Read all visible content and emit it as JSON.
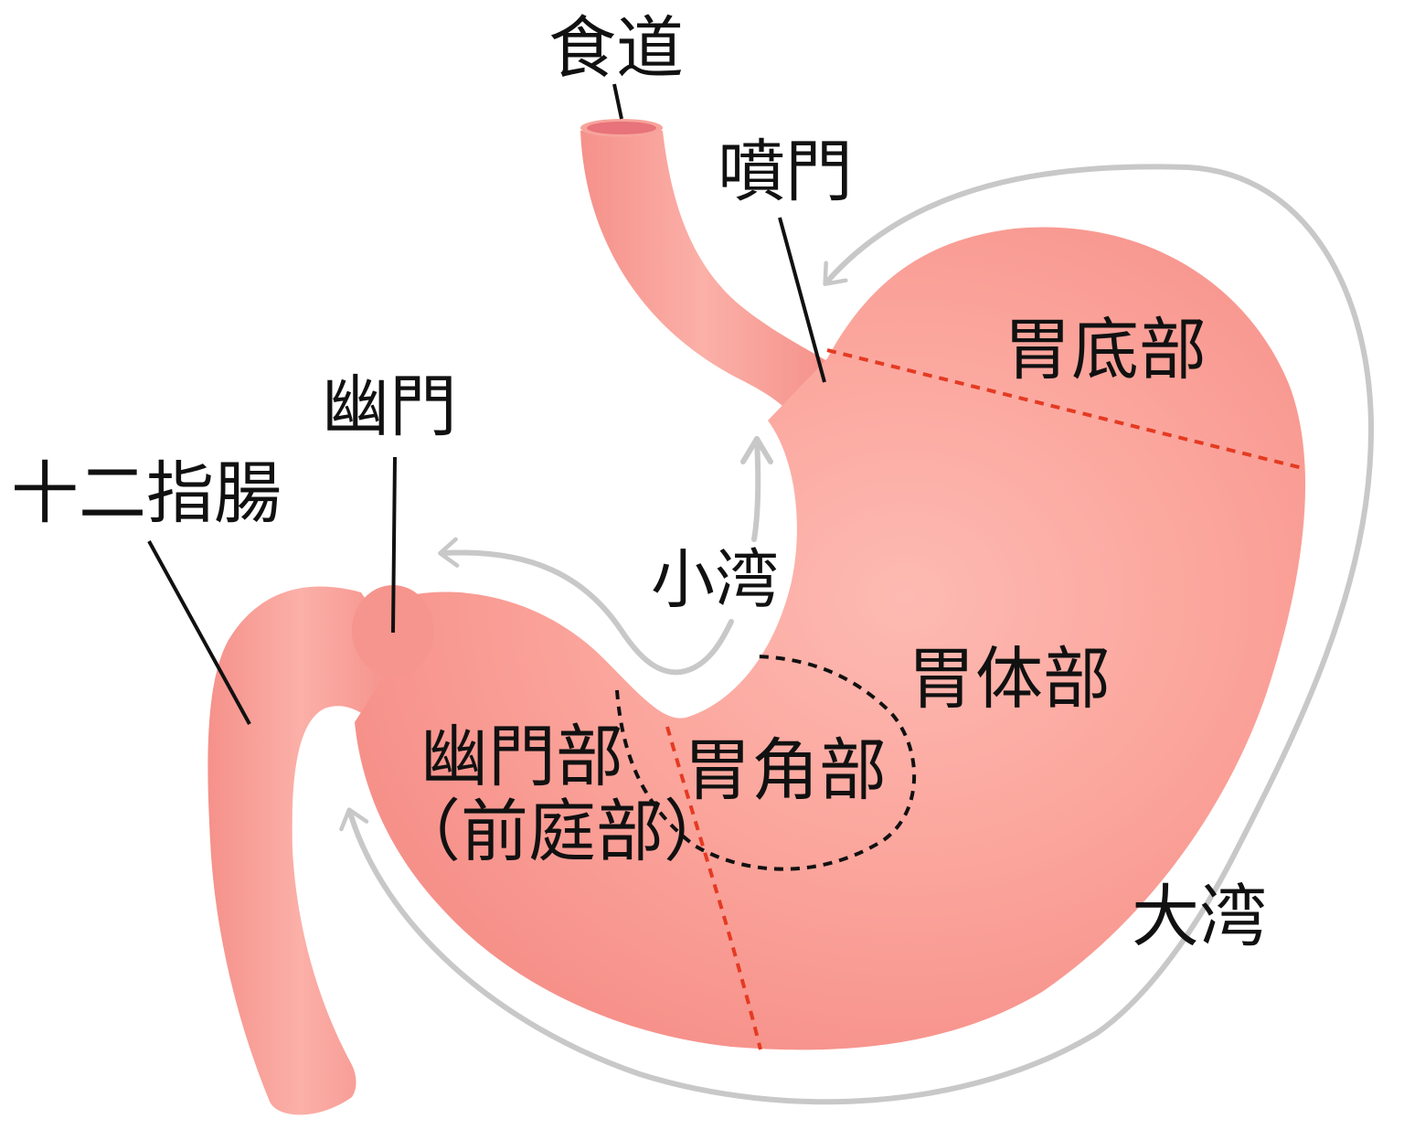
{
  "labels": {
    "esophagus": "食道",
    "cardia": "噴門",
    "fundus": "胃底部",
    "pylorus": "幽門",
    "duodenum": "十二指腸",
    "lesser_curvature": "小湾",
    "body": "胃体部",
    "angulus": "胃角部",
    "pyloric_part": "幽門部",
    "antrum": "（前庭部）",
    "greater_curvature": "大湾"
  },
  "colors": {
    "stomach_fill": "#f8968c",
    "stomach_highlight": "#fbb2aa",
    "esophagus_opening": "#e8737a",
    "leader_line": "#111111",
    "region_divider_red": "#e53a22",
    "region_divider_black": "#111111",
    "curvature_arrow": "#c8c8c8"
  }
}
